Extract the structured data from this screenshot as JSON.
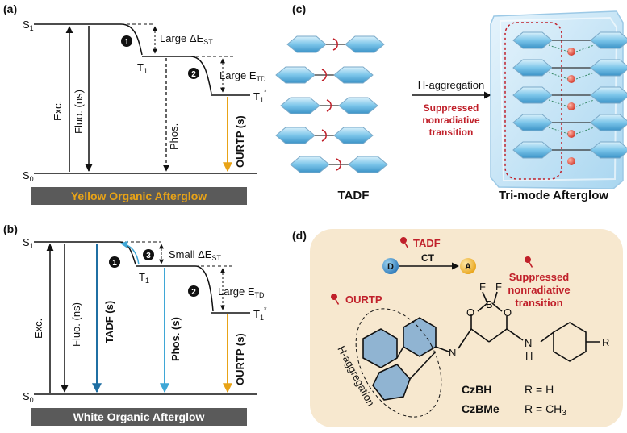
{
  "panel_a": {
    "tag": "(a)",
    "s1": "S",
    "s1_sub": "1",
    "s0": "S",
    "s0_sub": "0",
    "t1": "T",
    "t1_sub": "1",
    "t1star": "T",
    "t1star_sub": "1",
    "t1star_sup": "*",
    "step1": "1",
    "step2": "2",
    "gap1_label": "Large ΔE",
    "gap1_sub": "ST",
    "gap2_label": "Large E",
    "gap2_sub": "TD",
    "exc": "Exc.",
    "fluo": "Fluo. (ns)",
    "phos": "Phos.",
    "ourtp": "OURTP (s)",
    "banner": "Yellow Organic Afterglow"
  },
  "panel_b": {
    "tag": "(b)",
    "s1": "S",
    "s1_sub": "1",
    "s0": "S",
    "s0_sub": "0",
    "t1": "T",
    "t1_sub": "1",
    "t1star": "T",
    "t1star_sub": "1",
    "t1star_sup": "*",
    "step1": "1",
    "step2": "2",
    "step3": "3",
    "gap1_label": "Small ΔE",
    "gap1_sub": "ST",
    "gap2_label": "Large E",
    "gap2_sub": "TD",
    "exc": "Exc.",
    "fluo": "Fluo. (ns)",
    "tadf": "TADF (s)",
    "phos": "Phos. (s)",
    "ourtp": "OURTP (s)",
    "banner": "White Organic Afterglow"
  },
  "panel_c": {
    "tag": "(c)",
    "arrow_top": "H-aggregation",
    "arrow_bottom_1": "Suppressed",
    "arrow_bottom_2": "nonradiative",
    "arrow_bottom_3": "transition",
    "left_caption": "TADF",
    "right_caption": "Tri-mode Afterglow"
  },
  "panel_d": {
    "tag": "(d)",
    "tadf": "TADF",
    "donor": "D",
    "acceptor": "A",
    "ct": "CT",
    "suppressed_1": "Suppressed",
    "suppressed_2": "nonradiative",
    "suppressed_3": "transition",
    "ourtp": "OURTP",
    "h_aggregation": "H-aggregation",
    "atom_f1": "F",
    "atom_f2": "F",
    "atom_b": "B",
    "atom_o1": "O",
    "atom_o2": "O",
    "atom_n": "N",
    "atom_n2": "N",
    "atom_h": "H",
    "atom_r": "R",
    "cmp1_name": "CzBH",
    "cmp1_r": "R = H",
    "cmp2_name": "CzBMe",
    "cmp2_r": "R = CH",
    "cmp2_r_sub": "3"
  },
  "colors": {
    "orange": "#e8a317",
    "teal": "#1f6fa3",
    "lightblue": "#3fa7d6",
    "red": "#c0202a",
    "banner_bg": "#5a5a5a",
    "panel_d_bg": "#f7e8cf"
  }
}
